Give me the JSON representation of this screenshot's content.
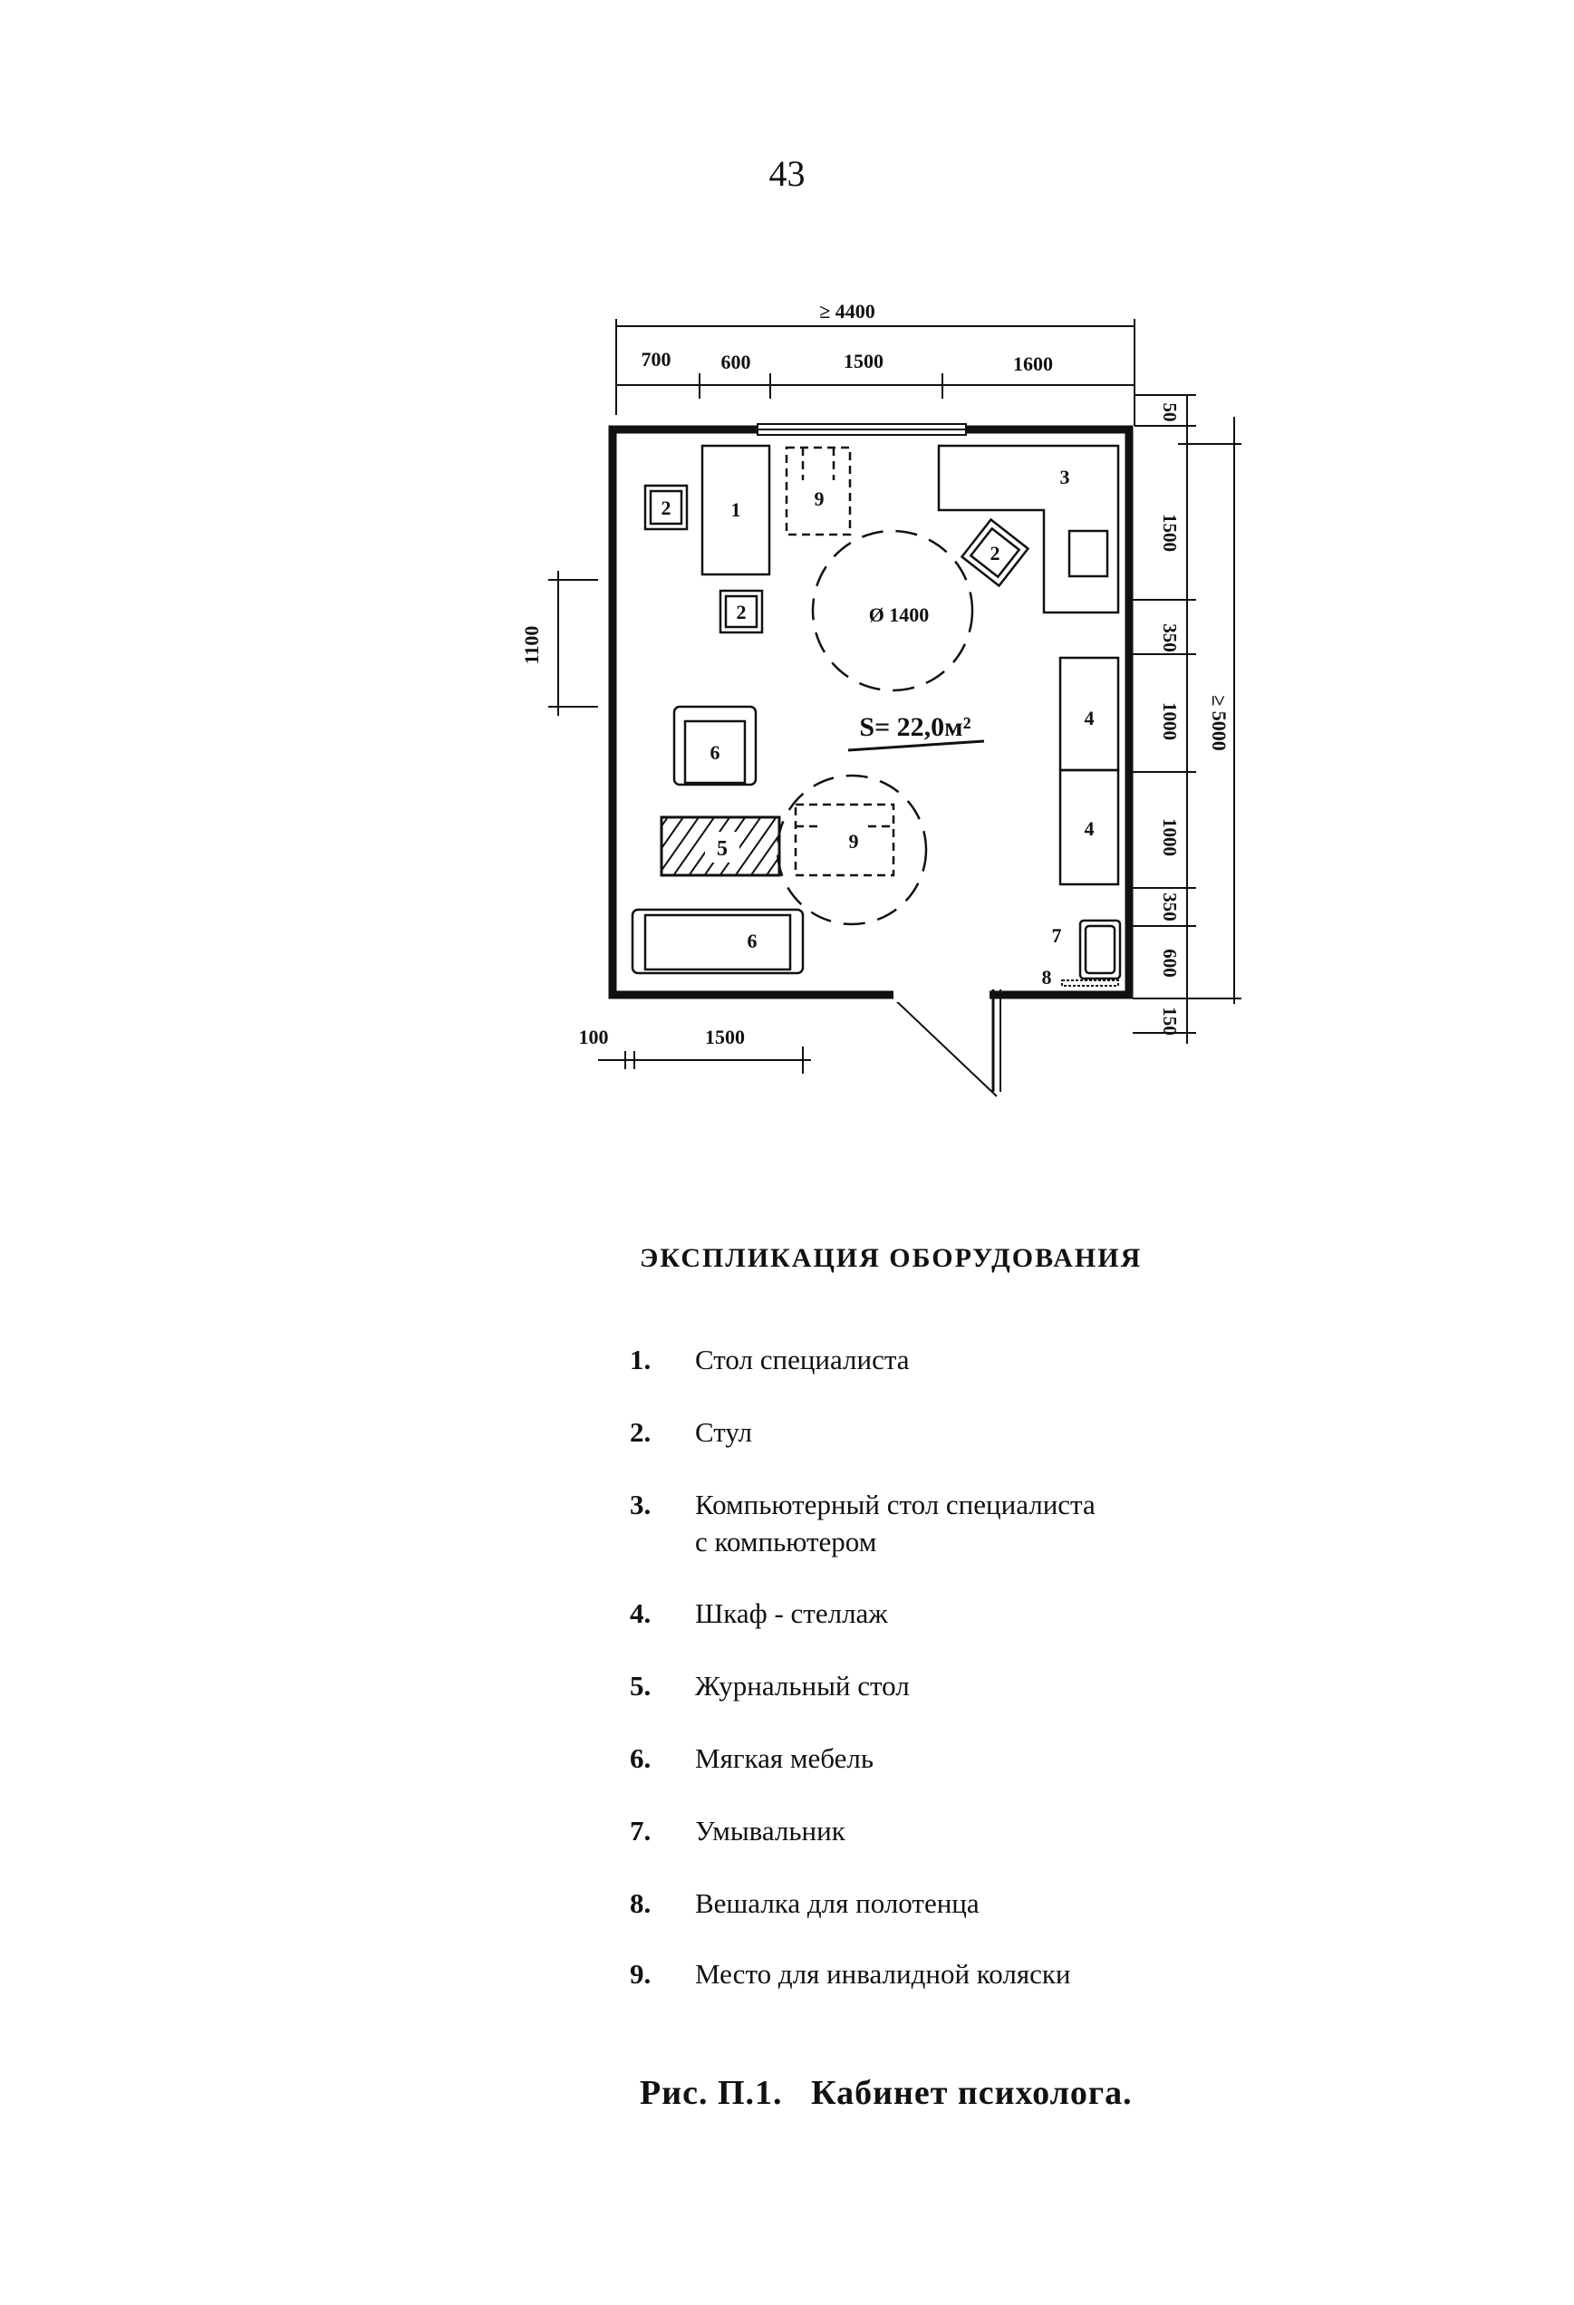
{
  "page_number": "43",
  "plan": {
    "dim_total_width": "≥ 4400",
    "dim_top": [
      "700",
      "600",
      "1500",
      "1600"
    ],
    "dim_right_segments": [
      "50",
      "1500",
      "350",
      "1000",
      "1000",
      "350",
      "600",
      "150"
    ],
    "dim_total_height": "≥ 5000",
    "dim_left_window": "1100",
    "dim_bottom": [
      "100",
      "1500"
    ],
    "circle_diameter": "Ø 1400",
    "area": "S= 22,0м²",
    "item_labels": {
      "desk": "1",
      "chair": "2",
      "computer_desk": "3",
      "cabinet": "4",
      "coffee_table": "5",
      "sofa": "6",
      "washbasin": "7",
      "towel_hanger": "8",
      "wheelchair_space": "9"
    }
  },
  "legend": {
    "title": "ЭКСПЛИКАЦИЯ ОБОРУДОВАНИЯ",
    "items": [
      {
        "num": "1.",
        "text": "Стол специалиста"
      },
      {
        "num": "2.",
        "text": "Стул"
      },
      {
        "num": "3.",
        "text": "Компьютерный стол специалиста",
        "text2": "с компьютером"
      },
      {
        "num": "4.",
        "text": "Шкаф - стеллаж"
      },
      {
        "num": "5.",
        "text": "Журнальный стол"
      },
      {
        "num": "6.",
        "text": "Мягкая мебель"
      },
      {
        "num": "7.",
        "text": "Умывальник"
      },
      {
        "num": "8.",
        "text": "Вешалка для полотенца"
      },
      {
        "num": "9.",
        "text": "Место для инвалидной коляски"
      }
    ]
  },
  "caption": "Рис. П.1.   Кабинет психолога."
}
